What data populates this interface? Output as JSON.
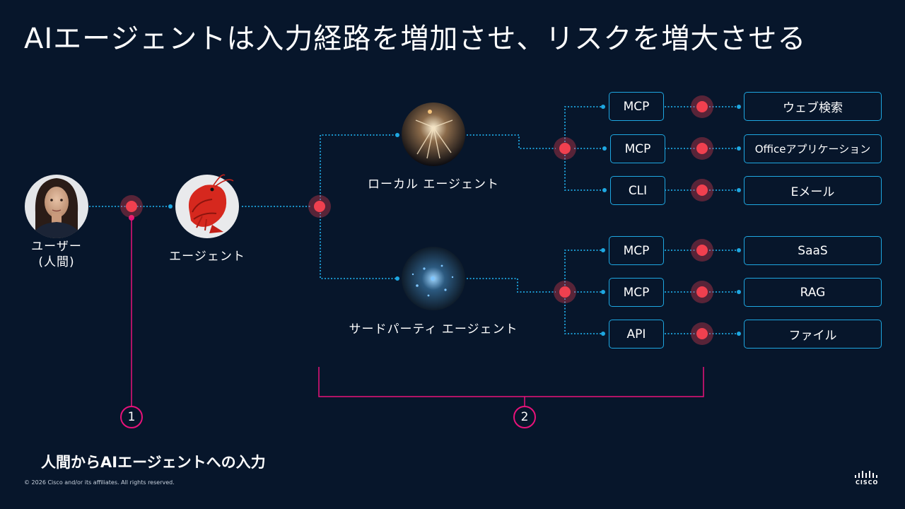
{
  "title": "AIエージェントは入力経路を増加させ、リスクを増大させる",
  "nodes": {
    "user_label": "ユーザー\n(人間)",
    "agent_label": "エージェント",
    "local_agent_label": "ローカル エージェント",
    "third_party_agent_label": "サードパーティ エージェント"
  },
  "local_tools": [
    {
      "tool": "MCP",
      "target": "ウェブ検索"
    },
    {
      "tool": "MCP",
      "target": "Officeアプリケーション"
    },
    {
      "tool": "CLI",
      "target": "Eメール"
    }
  ],
  "third_party_tools": [
    {
      "tool": "MCP",
      "target": "SaaS"
    },
    {
      "tool": "MCP",
      "target": "RAG"
    },
    {
      "tool": "API",
      "target": "ファイル"
    }
  ],
  "markers": {
    "one": "1",
    "two": "2"
  },
  "caption": "人間からAIエージェントへの入力",
  "copyright": "© 2026 Cisco and/or its affiliates. All rights reserved.",
  "logo_text": "CISCO",
  "colors": {
    "background": "#07162b",
    "line": "#1ea7e1",
    "risk_node": "#f0404f",
    "bracket": "#e8127a"
  }
}
